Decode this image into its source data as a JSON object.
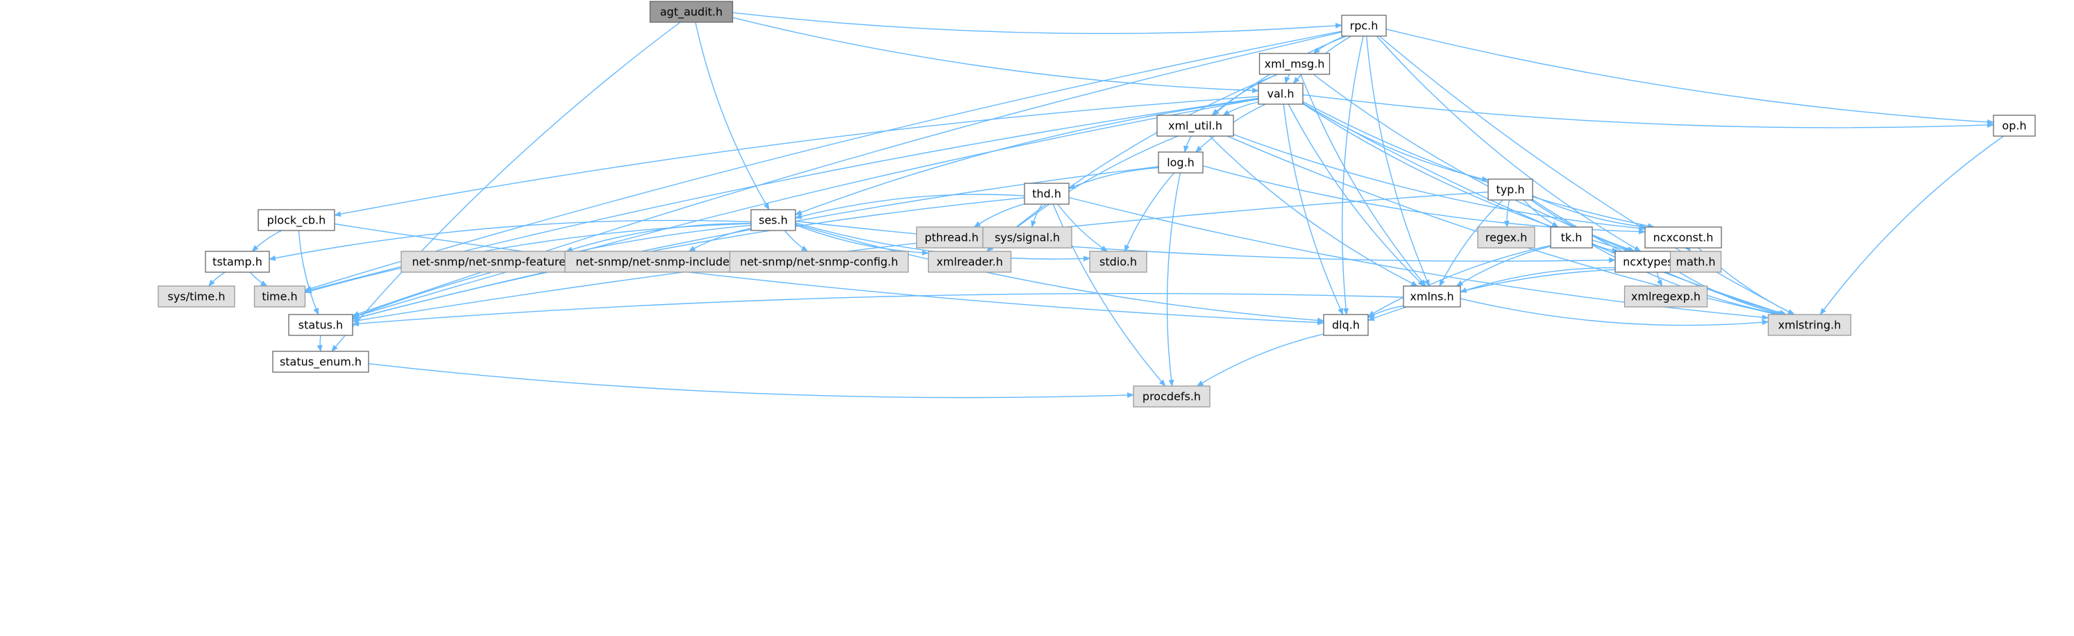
{
  "colors": {
    "edge": "#63b8ff",
    "node_border": "#666666",
    "root_fill": "#999999",
    "system_fill": "#e0e0e0",
    "system_border": "#999999"
  },
  "nodes": [
    {
      "id": "agt_audit",
      "label": "agt_audit.h",
      "kind": "root"
    },
    {
      "id": "rpc",
      "label": "rpc.h",
      "kind": "normal"
    },
    {
      "id": "xml_msg",
      "label": "xml_msg.h",
      "kind": "normal"
    },
    {
      "id": "val",
      "label": "val.h",
      "kind": "normal"
    },
    {
      "id": "xml_util",
      "label": "xml_util.h",
      "kind": "normal"
    },
    {
      "id": "op",
      "label": "op.h",
      "kind": "normal"
    },
    {
      "id": "log",
      "label": "log.h",
      "kind": "normal"
    },
    {
      "id": "thd",
      "label": "thd.h",
      "kind": "normal"
    },
    {
      "id": "typ",
      "label": "typ.h",
      "kind": "normal"
    },
    {
      "id": "plock_cb",
      "label": "plock_cb.h",
      "kind": "normal"
    },
    {
      "id": "ses",
      "label": "ses.h",
      "kind": "normal"
    },
    {
      "id": "pthread",
      "label": "pthread.h",
      "kind": "system"
    },
    {
      "id": "syssignal",
      "label": "sys/signal.h",
      "kind": "system"
    },
    {
      "id": "regex",
      "label": "regex.h",
      "kind": "system"
    },
    {
      "id": "tk",
      "label": "tk.h",
      "kind": "normal"
    },
    {
      "id": "ncxconst",
      "label": "ncxconst.h",
      "kind": "normal"
    },
    {
      "id": "tstamp",
      "label": "tstamp.h",
      "kind": "normal"
    },
    {
      "id": "nsf",
      "label": "net-snmp/net-snmp-features.h",
      "kind": "system"
    },
    {
      "id": "nsi",
      "label": "net-snmp/net-snmp-includes.h",
      "kind": "system"
    },
    {
      "id": "nsc",
      "label": "net-snmp/net-snmp-config.h",
      "kind": "system"
    },
    {
      "id": "xmlreader",
      "label": "xmlreader.h",
      "kind": "system"
    },
    {
      "id": "stdio",
      "label": "stdio.h",
      "kind": "system"
    },
    {
      "id": "ncxtypes",
      "label": "ncxtypes.h",
      "kind": "normal"
    },
    {
      "id": "math",
      "label": "math.h",
      "kind": "system"
    },
    {
      "id": "systime",
      "label": "sys/time.h",
      "kind": "system"
    },
    {
      "id": "time",
      "label": "time.h",
      "kind": "system"
    },
    {
      "id": "xmlregexp",
      "label": "xmlregexp.h",
      "kind": "system"
    },
    {
      "id": "xmlns",
      "label": "xmlns.h",
      "kind": "normal"
    },
    {
      "id": "status",
      "label": "status.h",
      "kind": "normal"
    },
    {
      "id": "dlq",
      "label": "dlq.h",
      "kind": "normal"
    },
    {
      "id": "xmlstring",
      "label": "xmlstring.h",
      "kind": "system"
    },
    {
      "id": "status_enum",
      "label": "status_enum.h",
      "kind": "normal"
    },
    {
      "id": "procdefs",
      "label": "procdefs.h",
      "kind": "system"
    }
  ],
  "edges": [
    [
      "agt_audit",
      "rpc"
    ],
    [
      "agt_audit",
      "val"
    ],
    [
      "agt_audit",
      "ses"
    ],
    [
      "agt_audit",
      "status_enum"
    ],
    [
      "rpc",
      "xml_msg"
    ],
    [
      "rpc",
      "val"
    ],
    [
      "rpc",
      "xml_util"
    ],
    [
      "rpc",
      "op"
    ],
    [
      "rpc",
      "xmlns"
    ],
    [
      "rpc",
      "ncxtypes"
    ],
    [
      "rpc",
      "dlq"
    ],
    [
      "rpc",
      "xmlstring"
    ],
    [
      "rpc",
      "status"
    ],
    [
      "rpc",
      "time"
    ],
    [
      "xml_msg",
      "val"
    ],
    [
      "xml_msg",
      "xml_util"
    ],
    [
      "xml_msg",
      "xmlns"
    ],
    [
      "xml_msg",
      "ncxtypes"
    ],
    [
      "xml_msg",
      "xmlreader"
    ],
    [
      "val",
      "xml_util"
    ],
    [
      "val",
      "op"
    ],
    [
      "val",
      "log"
    ],
    [
      "val",
      "typ"
    ],
    [
      "val",
      "plock_cb"
    ],
    [
      "val",
      "ses"
    ],
    [
      "val",
      "ncxconst"
    ],
    [
      "val",
      "ncxtypes"
    ],
    [
      "val",
      "xmlns"
    ],
    [
      "val",
      "dlq"
    ],
    [
      "val",
      "xmlstring"
    ],
    [
      "val",
      "status"
    ],
    [
      "val",
      "time"
    ],
    [
      "xml_util",
      "log"
    ],
    [
      "xml_util",
      "ncxconst"
    ],
    [
      "xml_util",
      "xmlns"
    ],
    [
      "xml_util",
      "xmlstring"
    ],
    [
      "xml_util",
      "xmlreader"
    ],
    [
      "op",
      "xmlstring"
    ],
    [
      "log",
      "thd"
    ],
    [
      "log",
      "stdio"
    ],
    [
      "log",
      "procdefs"
    ],
    [
      "log",
      "ncxconst"
    ],
    [
      "log",
      "status"
    ],
    [
      "thd",
      "ses"
    ],
    [
      "thd",
      "pthread"
    ],
    [
      "thd",
      "syssignal"
    ],
    [
      "thd",
      "stdio"
    ],
    [
      "thd",
      "procdefs"
    ],
    [
      "thd",
      "xmlstring"
    ],
    [
      "thd",
      "status"
    ],
    [
      "typ",
      "regex"
    ],
    [
      "typ",
      "tk"
    ],
    [
      "typ",
      "ncxconst"
    ],
    [
      "typ",
      "ncxtypes"
    ],
    [
      "typ",
      "xmlns"
    ],
    [
      "typ",
      "xmlstring"
    ],
    [
      "typ",
      "status"
    ],
    [
      "plock_cb",
      "tstamp"
    ],
    [
      "plock_cb",
      "dlq"
    ],
    [
      "plock_cb",
      "status"
    ],
    [
      "ses",
      "tstamp"
    ],
    [
      "ses",
      "nsf"
    ],
    [
      "ses",
      "nsi"
    ],
    [
      "ses",
      "nsc"
    ],
    [
      "ses",
      "xmlreader"
    ],
    [
      "ses",
      "stdio"
    ],
    [
      "ses",
      "ncxtypes"
    ],
    [
      "ses",
      "time"
    ],
    [
      "ses",
      "status"
    ],
    [
      "ses",
      "dlq"
    ],
    [
      "tk",
      "ncxtypes"
    ],
    [
      "tk",
      "xmlns"
    ],
    [
      "tk",
      "dlq"
    ],
    [
      "tk",
      "xmlstring"
    ],
    [
      "ncxconst",
      "math"
    ],
    [
      "ncxconst",
      "xmlstring"
    ],
    [
      "tstamp",
      "systime"
    ],
    [
      "tstamp",
      "time"
    ],
    [
      "ncxtypes",
      "xmlregexp"
    ],
    [
      "ncxtypes",
      "xmlns"
    ],
    [
      "ncxtypes",
      "dlq"
    ],
    [
      "ncxtypes",
      "xmlstring"
    ],
    [
      "xmlns",
      "dlq"
    ],
    [
      "xmlns",
      "xmlstring"
    ],
    [
      "xmlns",
      "status"
    ],
    [
      "status",
      "status_enum"
    ],
    [
      "status_enum",
      "procdefs"
    ],
    [
      "dlq",
      "procdefs"
    ]
  ]
}
